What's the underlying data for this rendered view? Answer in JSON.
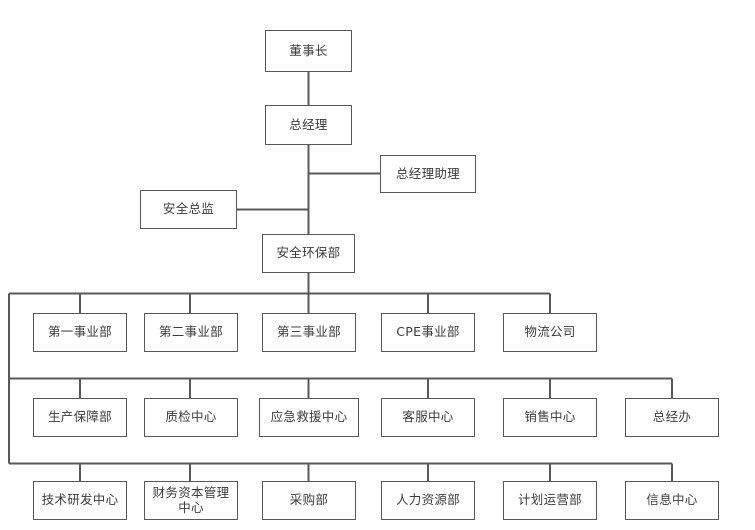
{
  "chart_data": {
    "type": "diagram",
    "diagram_kind": "organizational-chart",
    "title": "",
    "orientation": "top-down",
    "background_color": "#ffffff",
    "box_fill_color": "#ffffff",
    "box_border_color": "#58585a",
    "connector_color": "#58585a",
    "text_color": "#3b3b3d",
    "levels": [
      {
        "level": 1,
        "nodes": [
          "董事长"
        ]
      },
      {
        "level": 2,
        "nodes": [
          "总经理"
        ]
      },
      {
        "level": 3,
        "nodes": [
          "总经理助理",
          "安全总监"
        ]
      },
      {
        "level": 4,
        "nodes": [
          "安全环保部"
        ]
      },
      {
        "level": 5,
        "nodes": [
          "第一事业部",
          "第二事业部",
          "第三事业部",
          "CPE事业部",
          "物流公司"
        ]
      },
      {
        "level": 6,
        "nodes": [
          "生产保障部",
          "质检中心",
          "应急救援中心",
          "客服中心",
          "销售中心",
          "总经办"
        ]
      },
      {
        "level": 7,
        "nodes": [
          "技术研发中心",
          "财务资本管理中心",
          "采购部",
          "人力资源部",
          "计划运营部",
          "信息中心"
        ]
      }
    ]
  },
  "nodes": {
    "chairman": "董事长",
    "general_manager": "总经理",
    "gm_assistant": "总经理助理",
    "safety_director": "安全总监",
    "safety_environment_dept": "安全环保部",
    "division_1": "第一事业部",
    "division_2": "第二事业部",
    "division_3": "第三事业部",
    "division_cpe": "CPE事业部",
    "logistics_company": "物流公司",
    "production_support_dept": "生产保障部",
    "quality_inspection_center": "质检中心",
    "emergency_rescue_center": "应急救援中心",
    "customer_service_center": "客服中心",
    "sales_center": "销售中心",
    "gm_office": "总经办",
    "tech_rd_center": "技术研发中心",
    "finance_capital_mgmt_center": "财务资本管理中心",
    "procurement_dept": "采购部",
    "hr_dept": "人力资源部",
    "planning_operations_dept": "计划运营部",
    "information_center": "信息中心"
  }
}
